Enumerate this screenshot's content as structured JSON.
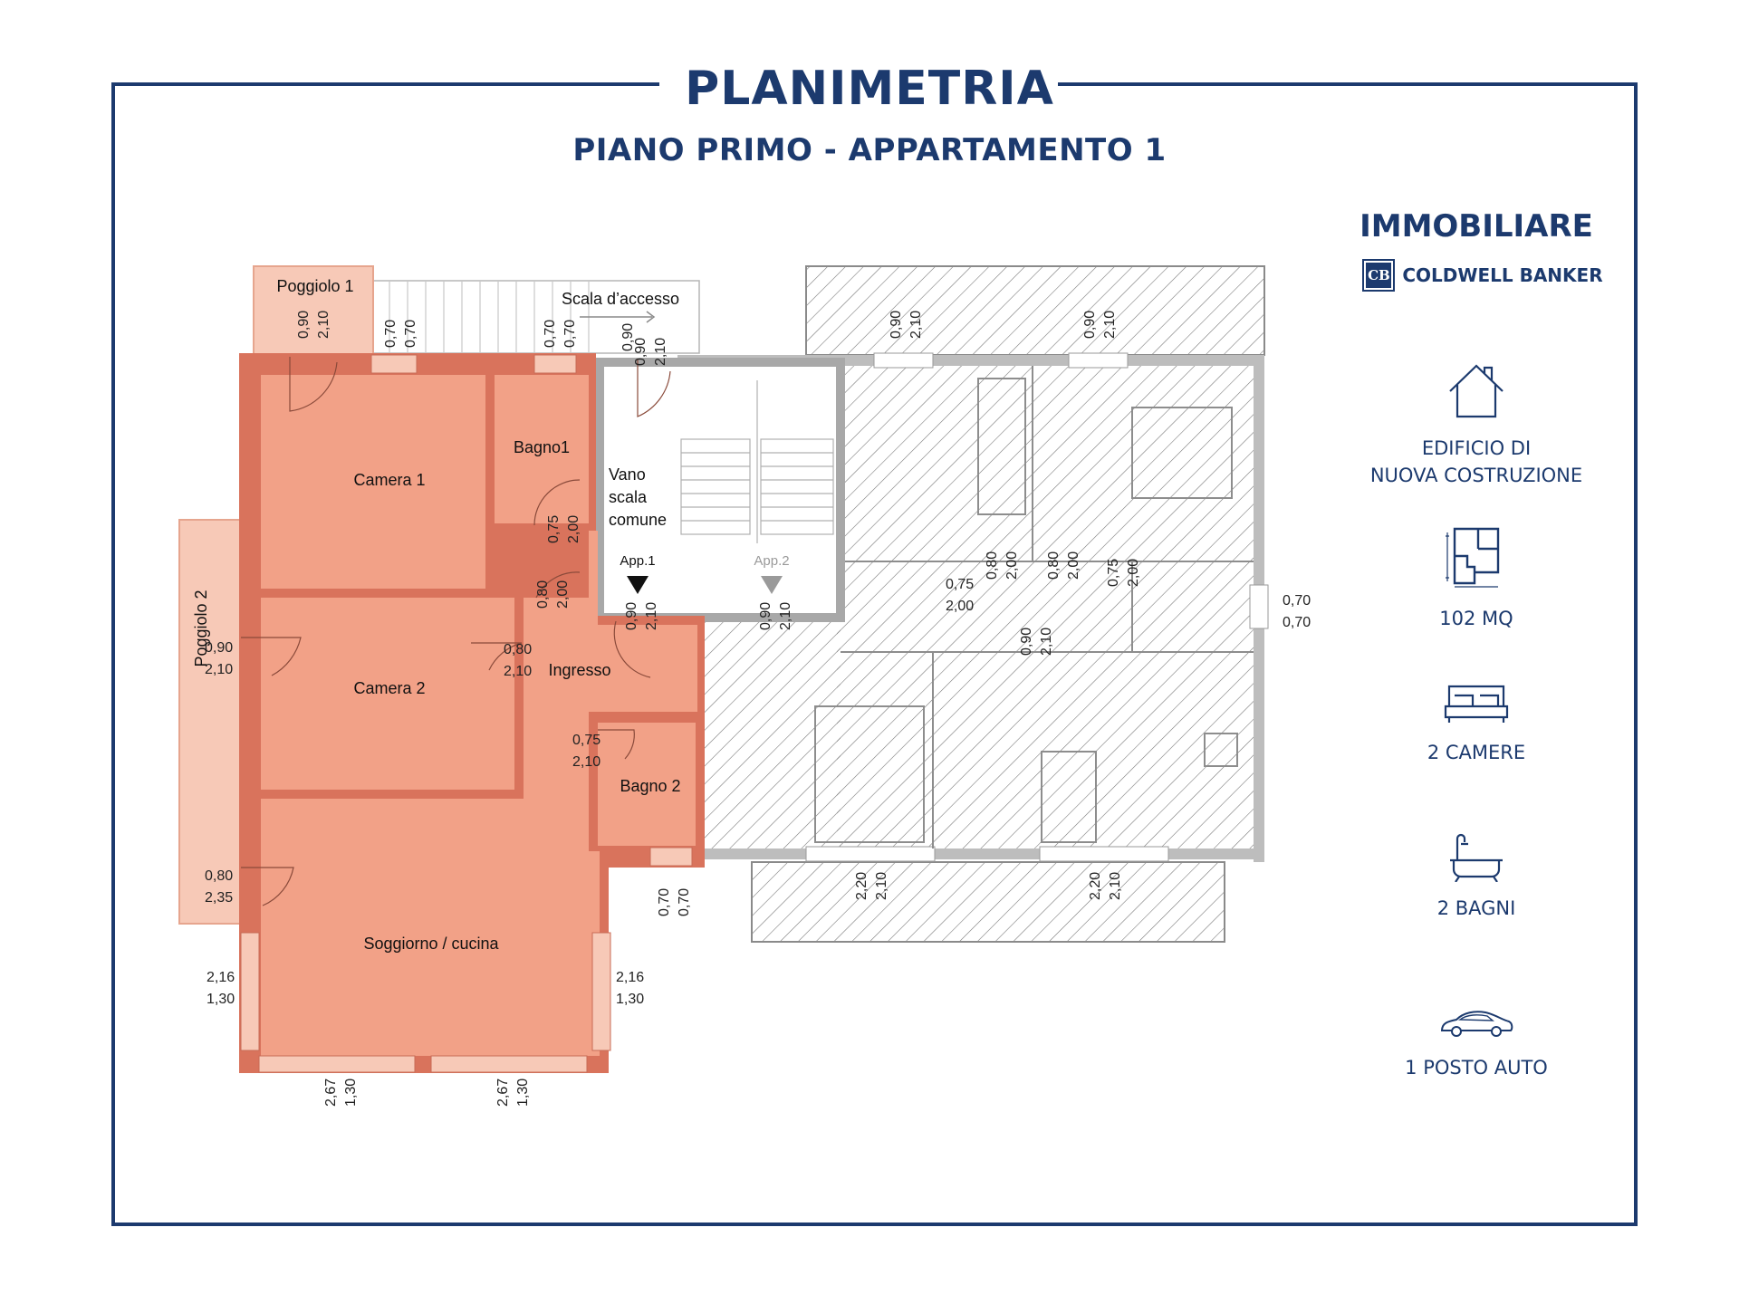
{
  "header": {
    "title": "PLANIMETRIA",
    "subtitle": "PIANO PRIMO - APPARTAMENTO 1"
  },
  "brand": {
    "name": "IMMOBILIARE",
    "logo_letters": "CB",
    "agency": "COLDWELL BANKER"
  },
  "features": [
    {
      "icon": "house-icon",
      "line1": "EDIFICIO DI",
      "line2": "NUOVA COSTRUZIONE"
    },
    {
      "icon": "floorplan-icon",
      "line1": "102 MQ"
    },
    {
      "icon": "bed-icon",
      "line1": "2 CAMERE"
    },
    {
      "icon": "bathtub-icon",
      "line1": "2 BAGNI"
    },
    {
      "icon": "car-icon",
      "line1": "1 POSTO AUTO"
    }
  ],
  "rooms": {
    "poggiolo1": "Poggiolo 1",
    "poggiolo2": "Poggiolo 2",
    "scala_accesso": "Scala d’accesso",
    "camera1": "Camera 1",
    "bagno1": "Bagno1",
    "camera2": "Camera 2",
    "ingresso": "Ingresso",
    "bagno2": "Bagno 2",
    "soggiorno": "Soggiorno / cucina",
    "vano_line1": "Vano",
    "vano_line2": "scala",
    "vano_line3": "comune",
    "app1": "App.1",
    "app2": "App.2"
  },
  "dims": {
    "p1_w": "0,90",
    "p1_h": "2,10",
    "w1_w": "0,70",
    "w1_h": "0,70",
    "w2_w": "0,70",
    "w2_h": "0,70",
    "sc_w": "0,90",
    "sc_h": "2,10",
    "b1_w": "0,75",
    "b1_h": "2,00",
    "i1_w": "0,80",
    "i1_h": "2,00",
    "ent_w": "0,90",
    "ent_h": "2,10",
    "ent2_w": "0,90",
    "ent2_h": "2,10",
    "p2_w": "0,90",
    "p2_h": "2,10",
    "c2_w": "0,80",
    "c2_h": "2,10",
    "b2_w": "0,75",
    "b2_h": "2,10",
    "sg_w": "0,80",
    "sg_h": "2,35",
    "wl_w": "2,16",
    "wl_h": "1,30",
    "wr_w": "2,16",
    "wr_h": "1,30",
    "wb1_w": "2,67",
    "wb1_h": "1,30",
    "wb2_w": "2,67",
    "wb2_h": "1,30",
    "wb3_w": "0,70",
    "wb3_h": "0,70",
    "r_top1_w": "0,90",
    "r_top1_h": "2,10",
    "r_top2_w": "0,90",
    "r_top2_h": "2,10",
    "r_side_w": "0,70",
    "r_side_h": "0,70",
    "r_d1_w": "0,75",
    "r_d1_h": "2,00",
    "r_d2_w": "0,80",
    "r_d2_h": "2,00",
    "r_d3_w": "0,80",
    "r_d3_h": "2,00",
    "r_d4_w": "0,75",
    "r_d4_h": "2,00",
    "r_d5_w": "0,90",
    "r_d5_h": "2,10",
    "r_bot1_w": "2,20",
    "r_bot1_h": "2,10",
    "r_bot2_w": "2,20",
    "r_bot2_h": "2,10"
  },
  "colors": {
    "navy": "#1c3a6e",
    "room_fill": "#f2a187",
    "wall_fill": "#d9735c",
    "balcony_fill": "#f7c9b7",
    "hatch": "#6a6a6a",
    "gray_wall": "#bdbdbd"
  }
}
